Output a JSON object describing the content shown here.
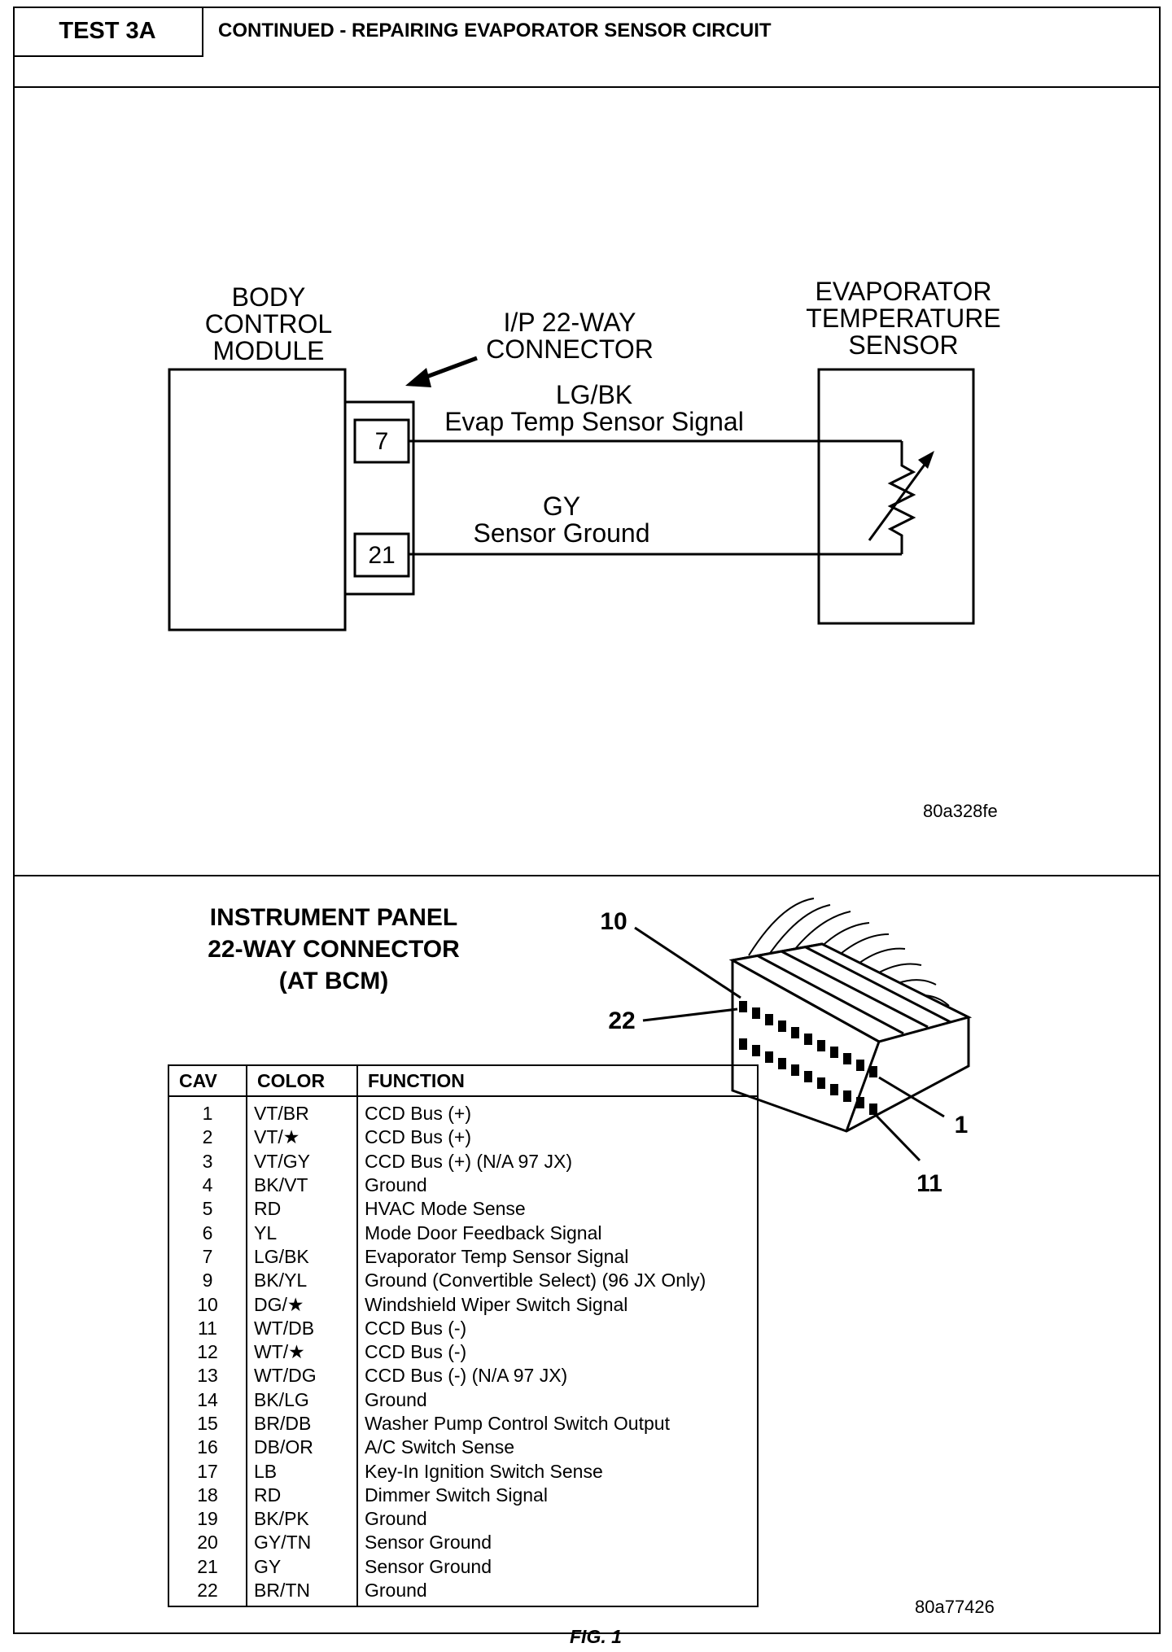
{
  "header": {
    "test_label": "TEST 3A",
    "title": "CONTINUED - REPAIRING EVAPORATOR SENSOR CIRCUIT"
  },
  "diagram": {
    "bcm_label": [
      "BODY",
      "CONTROL",
      "MODULE"
    ],
    "connector_label": [
      "I/P 22-WAY",
      "CONNECTOR"
    ],
    "sensor_label": [
      "EVAPORATOR",
      "TEMPERATURE",
      "SENSOR"
    ],
    "pin_top": "7",
    "pin_bottom": "21",
    "wire_top_color": "LG/BK",
    "wire_top_name": "Evap Temp Sensor Signal",
    "wire_bottom_color": "GY",
    "wire_bottom_name": "Sensor Ground",
    "image_code": "80a328fe"
  },
  "connector_section": {
    "title": [
      "INSTRUMENT PANEL",
      "22-WAY CONNECTOR",
      "(AT BCM)"
    ],
    "callouts": {
      "c10": "10",
      "c22": "22",
      "c1": "1",
      "c11": "11"
    },
    "image_code": "80a77426",
    "figure_label": "FIG. 1"
  },
  "pin_table": {
    "headers": [
      "CAV",
      "COLOR",
      "FUNCTION"
    ],
    "rows": [
      [
        "1",
        "VT/BR",
        "CCD Bus (+)"
      ],
      [
        "2",
        "VT/★",
        "CCD Bus (+)"
      ],
      [
        "3",
        "VT/GY",
        "CCD Bus (+) (N/A 97 JX)"
      ],
      [
        "4",
        "BK/VT",
        "Ground"
      ],
      [
        "5",
        "RD",
        "HVAC Mode Sense"
      ],
      [
        "6",
        "YL",
        "Mode Door Feedback Signal"
      ],
      [
        "7",
        "LG/BK",
        "Evaporator Temp Sensor Signal"
      ],
      [
        "9",
        "BK/YL",
        "Ground (Convertible Select) (96 JX Only)"
      ],
      [
        "10",
        "DG/★",
        "Windshield Wiper Switch Signal"
      ],
      [
        "11",
        "WT/DB",
        "CCD Bus (-)"
      ],
      [
        "12",
        "WT/★",
        "CCD Bus (-)"
      ],
      [
        "13",
        "WT/DG",
        "CCD Bus (-) (N/A 97 JX)"
      ],
      [
        "14",
        "BK/LG",
        "Ground"
      ],
      [
        "15",
        "BR/DB",
        "Washer Pump Control Switch Output"
      ],
      [
        "16",
        "DB/OR",
        "A/C Switch Sense"
      ],
      [
        "17",
        "LB",
        "Key-In Ignition Switch Sense"
      ],
      [
        "18",
        "RD",
        "Dimmer Switch Signal"
      ],
      [
        "19",
        "BK/PK",
        "Ground"
      ],
      [
        "20",
        "GY/TN",
        "Sensor Ground"
      ],
      [
        "21",
        "GY",
        "Sensor Ground"
      ],
      [
        "22",
        "BR/TN",
        "Ground"
      ]
    ]
  }
}
